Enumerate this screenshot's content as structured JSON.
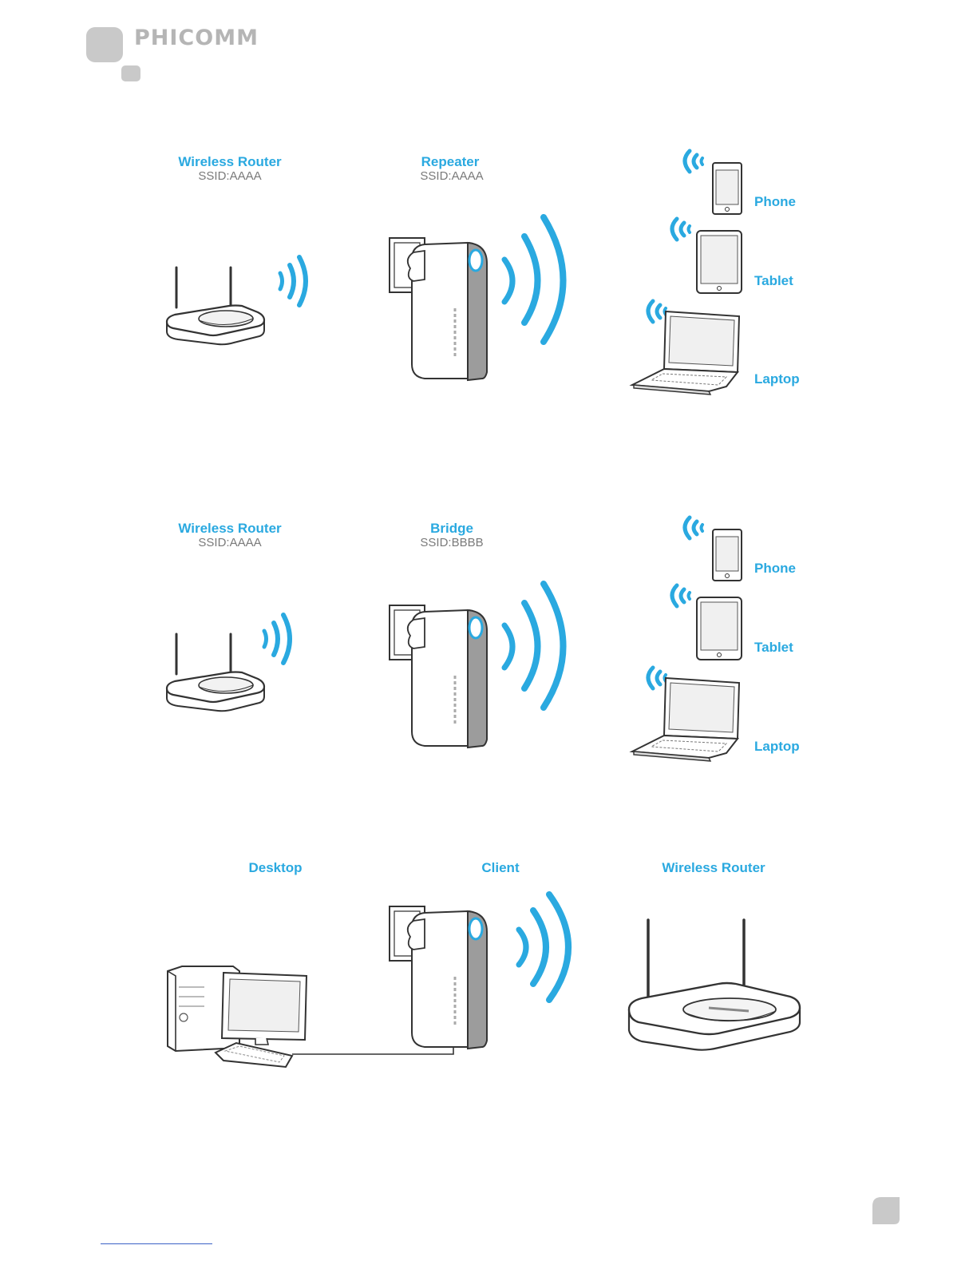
{
  "header": {
    "brand": "PHICOMM"
  },
  "colors": {
    "accent": "#2aa9e0",
    "ssid_text": "#7a7a7a",
    "logo_gray": "#c9c9c9",
    "device_outline": "#333333"
  },
  "sections": [
    {
      "mode": "repeater",
      "labels": {
        "source": "Wireless Router",
        "source_ssid": "SSID:AAAA",
        "middle": "Repeater",
        "middle_ssid": "SSID:AAAA"
      },
      "clients": [
        "Phone",
        "Tablet",
        "Laptop"
      ]
    },
    {
      "mode": "bridge",
      "labels": {
        "source": "Wireless Router",
        "source_ssid": "SSID:AAAA",
        "middle": "Bridge",
        "middle_ssid": "SSID:BBBB"
      },
      "clients": [
        "Phone",
        "Tablet",
        "Laptop"
      ]
    },
    {
      "mode": "client",
      "labels": {
        "left": "Desktop",
        "middle": "Client",
        "right": "Wireless Router"
      }
    }
  ],
  "icons": [
    "phicomm-logo",
    "router-icon",
    "extender-icon",
    "wifi-waves-icon",
    "phone-icon",
    "tablet-icon",
    "laptop-icon",
    "desktop-icon"
  ]
}
